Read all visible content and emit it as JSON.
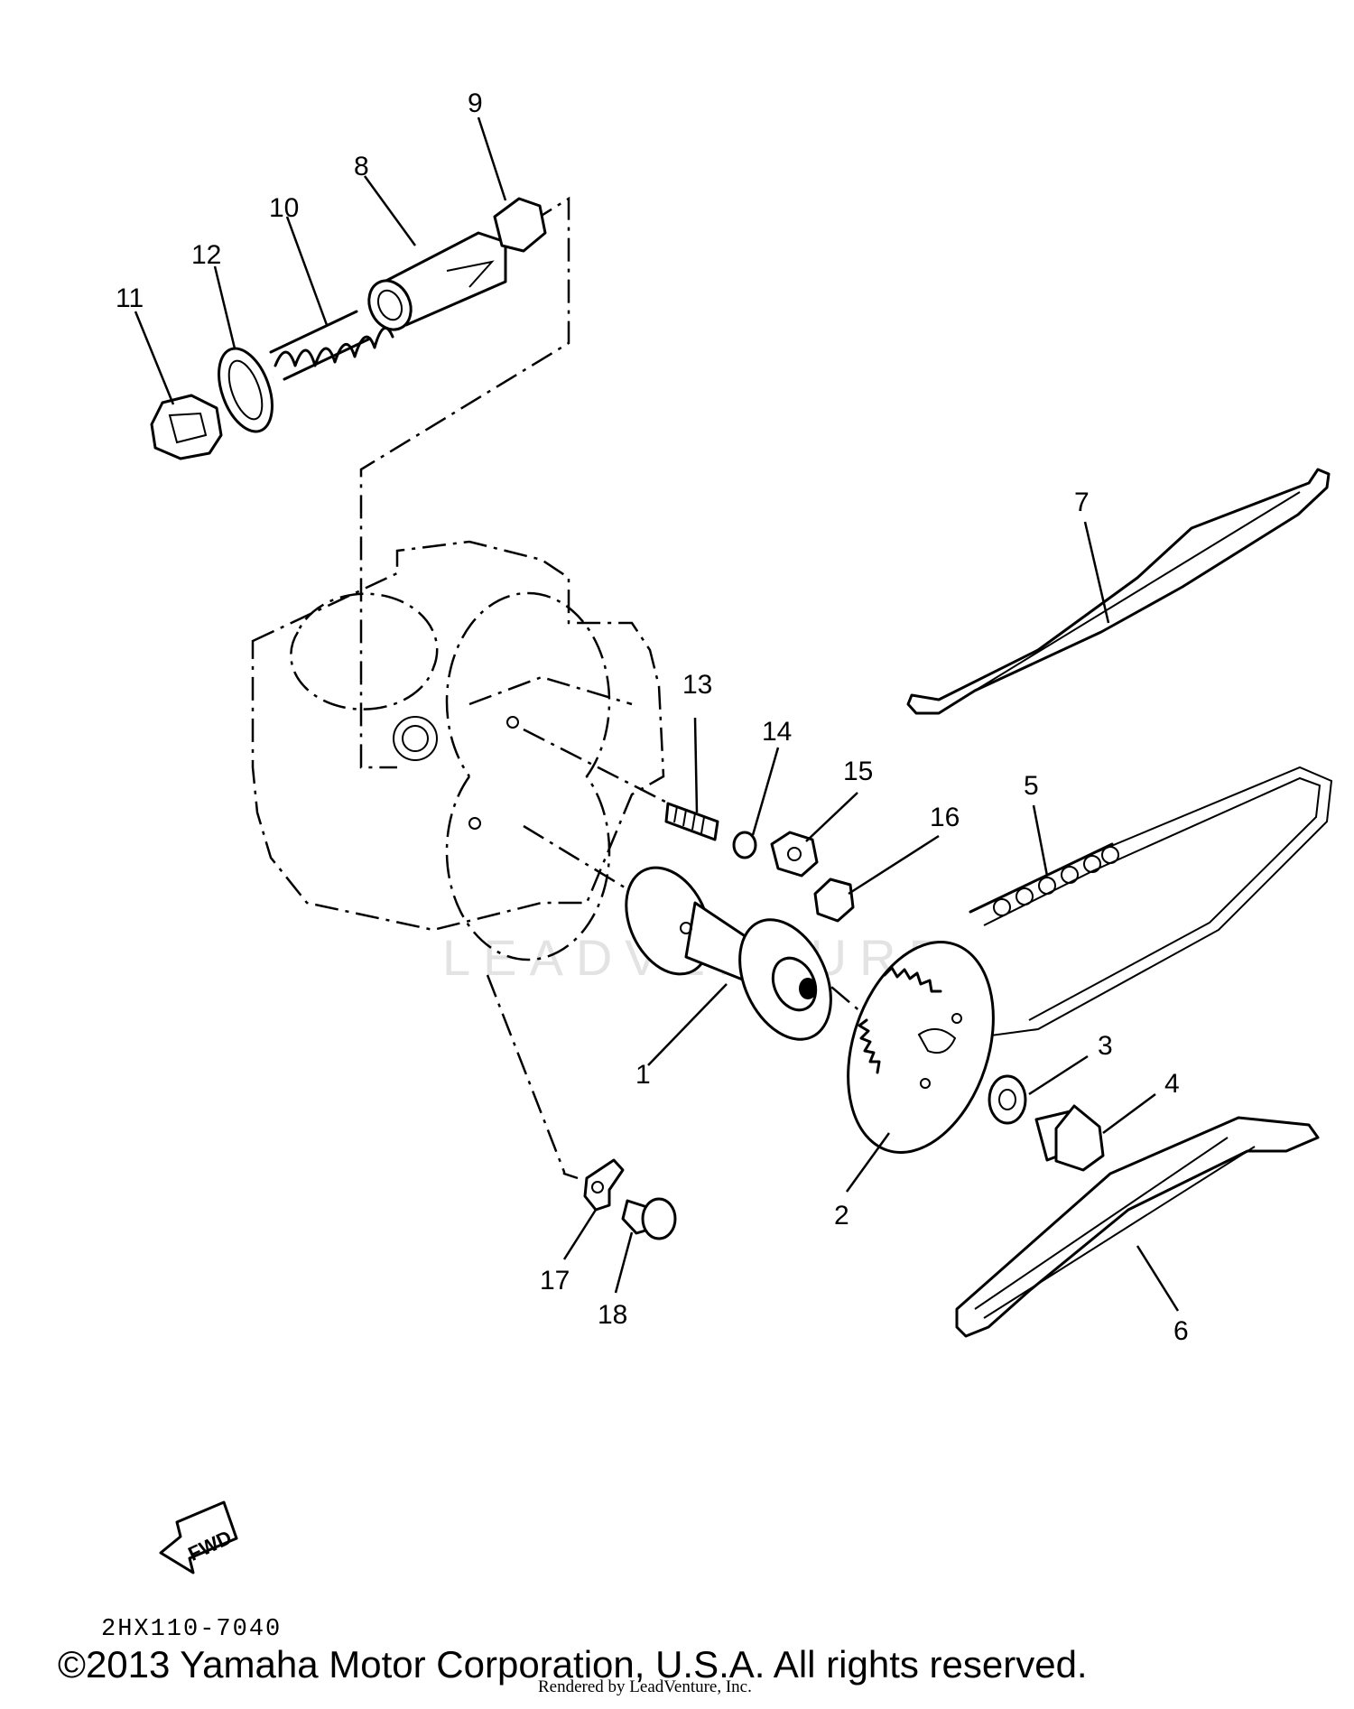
{
  "diagram": {
    "callouts": [
      "1",
      "2",
      "3",
      "4",
      "5",
      "6",
      "7",
      "8",
      "9",
      "10",
      "11",
      "12",
      "13",
      "14",
      "15",
      "16",
      "17",
      "18"
    ],
    "fwd_label": "FWD",
    "watermark": "LEADVENTURE",
    "part_number": "2HX110-7040",
    "copyright": "©2013 Yamaha Motor Corporation, U.S.A. All rights reserved.",
    "rendered_by": "Rendered by LeadVenture, Inc."
  }
}
